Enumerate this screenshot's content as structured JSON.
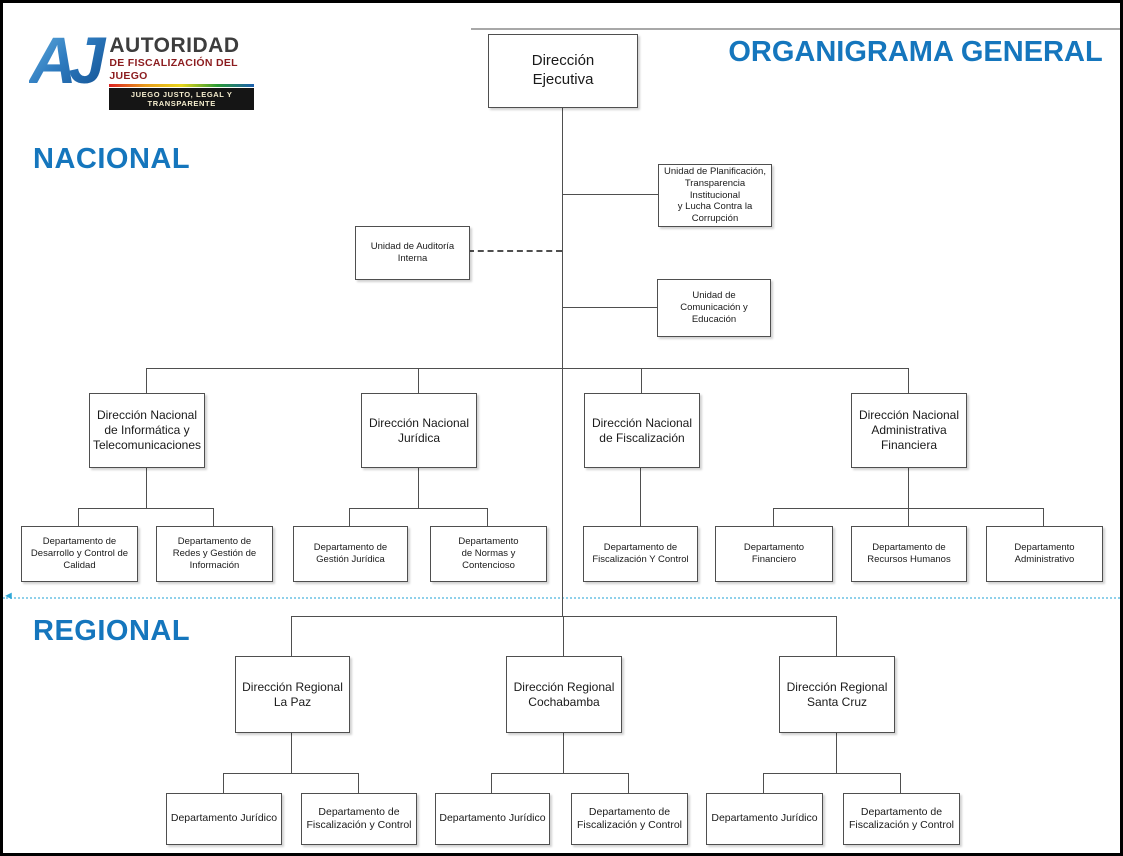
{
  "page": {
    "title": "ORGANIGRAMA GENERAL",
    "section_national": "NACIONAL",
    "section_regional": "REGIONAL"
  },
  "logo": {
    "monogram": "AJ",
    "name": "AUTORIDAD",
    "subtitle": "DE FISCALIZACIÓN DEL JUEGO",
    "tagline": "JUEGO JUSTO, LEGAL Y TRANSPARENTE"
  },
  "colors": {
    "accent_blue": "#1576bd",
    "divider_blue": "#8fd0ea",
    "line_gray": "#4f4f4f",
    "logo_red": "#8c1c1f"
  },
  "nodes": {
    "direccion_ejecutiva": {
      "label": "Dirección\nEjecutiva"
    },
    "unidad_planificacion": {
      "label": "Unidad de Planificación,\nTransparencia Institucional\ny Lucha Contra la\nCorrupción"
    },
    "unidad_auditoria": {
      "label": "Unidad de Auditoría\nInterna"
    },
    "unidad_comunicacion": {
      "label": "Unidad de\nComunicación y\nEducación"
    },
    "dn_informatica": {
      "label": "Dirección Nacional\nde Informática y\nTelecomunicaciones"
    },
    "dn_juridica": {
      "label": "Dirección Nacional\nJurídica"
    },
    "dn_fiscalizacion": {
      "label": "Dirección Nacional\nde Fiscalización"
    },
    "dn_admin_financiera": {
      "label": "Dirección Nacional\nAdministrativa\nFinanciera"
    },
    "dep_desarrollo": {
      "label": "Departamento de\nDesarrollo y Control de\nCalidad"
    },
    "dep_redes": {
      "label": "Departamento de\nRedes y Gestión de\nInformación"
    },
    "dep_gestion_juridica": {
      "label": "Departamento de\nGestión Jurídica"
    },
    "dep_normas": {
      "label": "Departamento\nde Normas y\nContencioso"
    },
    "dep_fiscalizacion_control": {
      "label": "Departamento de\nFiscalización Y Control"
    },
    "dep_financiero": {
      "label": "Departamento\nFinanciero"
    },
    "dep_recursos_humanos": {
      "label": "Departamento de\nRecursos Humanos"
    },
    "dep_administrativo": {
      "label": "Departamento\nAdministrativo"
    },
    "dr_la_paz": {
      "label": "Dirección Regional\nLa Paz"
    },
    "dr_cochabamba": {
      "label": "Dirección Regional\nCochabamba"
    },
    "dr_santa_cruz": {
      "label": "Dirección Regional\nSanta Cruz"
    },
    "dep_juridico_lp": {
      "label": "Departamento Jurídico"
    },
    "dep_fisc_lp": {
      "label": "Departamento de\nFiscalización y Control"
    },
    "dep_juridico_cb": {
      "label": "Departamento Jurídico"
    },
    "dep_fisc_cb": {
      "label": "Departamento de\nFiscalización y Control"
    },
    "dep_juridico_sc": {
      "label": "Departamento Jurídico"
    },
    "dep_fisc_sc": {
      "label": "Departamento de\nFiscalización y Control"
    }
  }
}
